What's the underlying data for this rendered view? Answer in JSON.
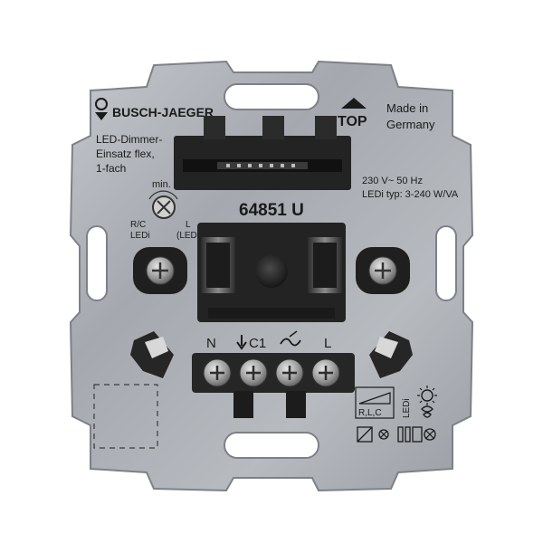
{
  "brand": {
    "name": "BUSCH-JAEGER"
  },
  "product": {
    "title_line1": "LED-Dimmer-",
    "title_line2": "Einsatz flex,",
    "title_line3": "1-fach",
    "article_number": "64851 U"
  },
  "orientation": {
    "label": "TOP"
  },
  "origin": {
    "line1": "Made in",
    "line2": "Germany"
  },
  "ratings": {
    "voltage": "230 V~ 50 Hz",
    "load": "LEDi typ: 3-240 W/VA"
  },
  "adjuster": {
    "min_label": "min.",
    "left_label_1": "R/C",
    "left_label_2": "LEDi",
    "right_label_1": "L",
    "right_label_2": "(LEDi)"
  },
  "terminals": {
    "n": "N",
    "c1": "C1",
    "l": "L"
  },
  "symbols": {
    "load_types": "R,L,C",
    "ledi": "LEDi"
  },
  "colors": {
    "plate": "#a9adb3",
    "plate_edge": "#7d8187",
    "housing": "#232323",
    "text": "#1a1a1a"
  }
}
